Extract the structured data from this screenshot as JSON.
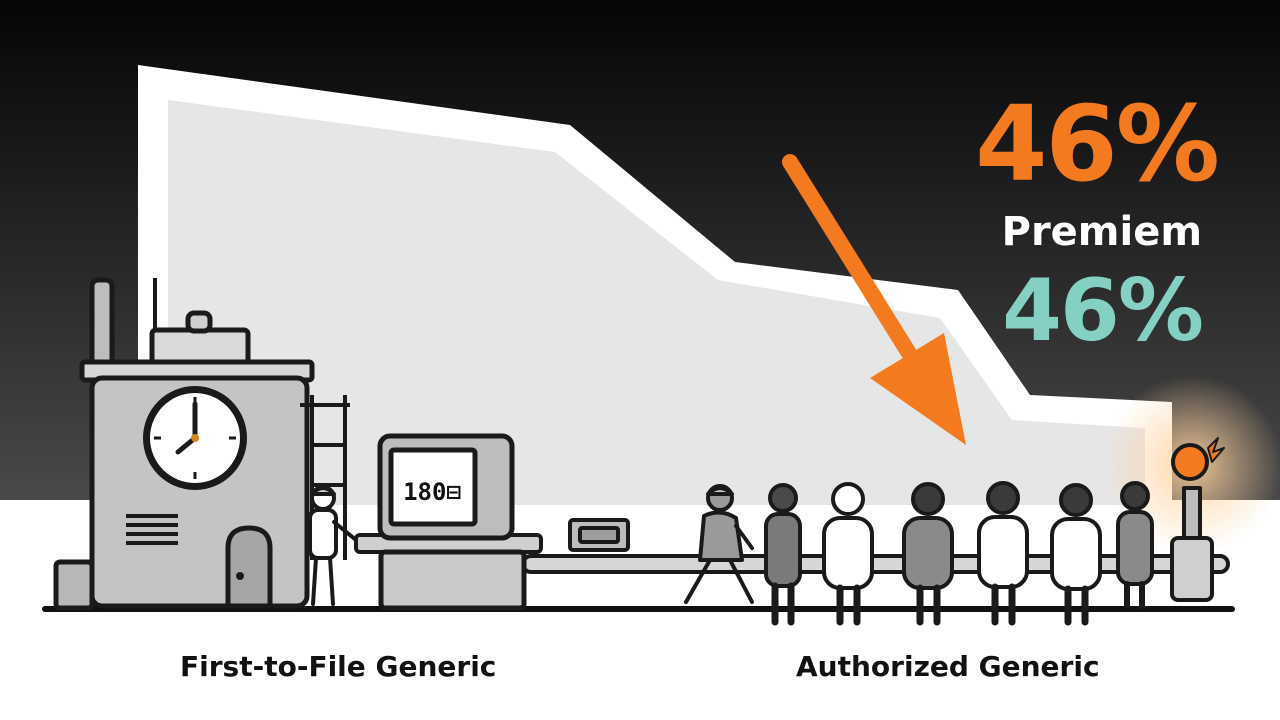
{
  "stats": {
    "primary_value": "46%",
    "label": "Premiem",
    "secondary_value": "46%"
  },
  "machine_display": "180⊟",
  "captions": {
    "left": "First-to-File Generic",
    "right": "Authorized Generic"
  },
  "colors": {
    "accent": "#f47a1f",
    "teal": "#84d1c4",
    "background_dark": "#0b0b0b",
    "background_light": "#ffffff",
    "panel": "#e6e6e6"
  },
  "icons": [
    "clock-icon",
    "vent-icon",
    "person-icon",
    "beacon-light-icon",
    "trend-arrow-icon"
  ]
}
